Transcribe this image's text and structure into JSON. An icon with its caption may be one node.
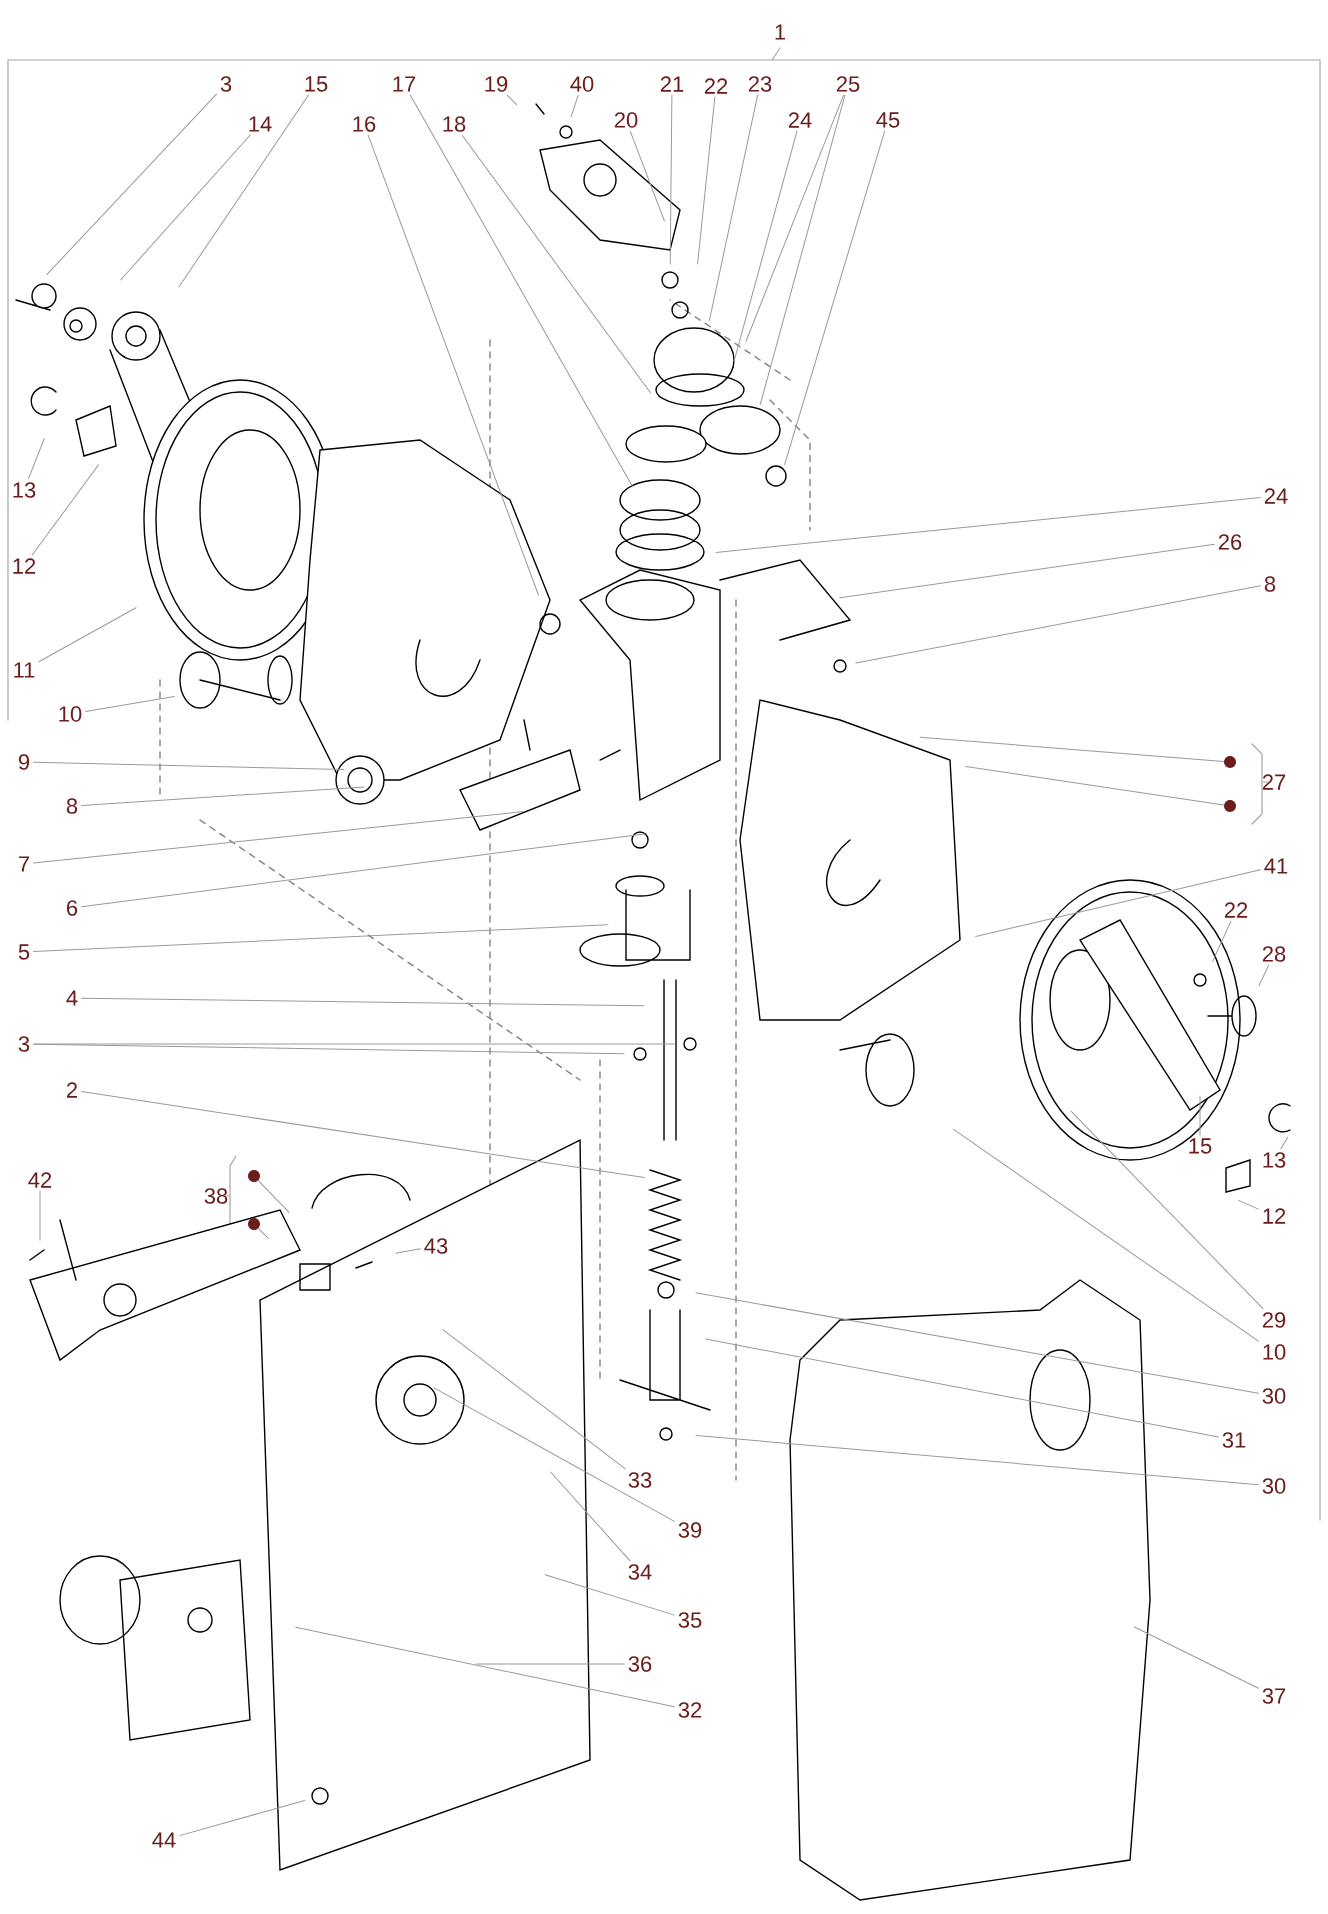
{
  "diagram": {
    "nodes": [
      {
        "text": [
          "3"
        ]
      },
      {
        "text": [
          "15"
        ]
      },
      {
        "text": [
          "17"
        ]
      },
      {
        "text": [
          "19"
        ]
      },
      {
        "text": [
          "40"
        ]
      },
      {
        "text": [
          "21"
        ]
      },
      {
        "text": [
          "22"
        ]
      },
      {
        "text": [
          "23"
        ]
      },
      {
        "text": [
          "25"
        ]
      },
      {
        "text": [
          "14"
        ]
      },
      {
        "text": [
          "16"
        ]
      },
      {
        "text": [
          "18"
        ]
      },
      {
        "text": [
          "20"
        ]
      },
      {
        "text": [
          "24"
        ]
      },
      {
        "text": [
          "45"
        ]
      },
      {
        "text": [
          "13"
        ]
      },
      {
        "text": [
          "24"
        ]
      },
      {
        "text": [
          "26"
        ]
      },
      {
        "text": [
          "12"
        ]
      },
      {
        "text": [
          "8"
        ]
      },
      {
        "text": [
          "11"
        ]
      },
      {
        "text": [
          "10"
        ]
      },
      {
        "text": [
          "9"
        ]
      },
      {
        "text": [],
        "shape": "circle"
      },
      {
        "text": [
          "8"
        ]
      },
      {
        "text": [],
        "shape": "circle"
      },
      {
        "text": [
          "7"
        ]
      },
      {
        "text": [
          "41"
        ]
      },
      {
        "text": [
          "6"
        ]
      },
      {
        "text": [
          "22"
        ]
      },
      {
        "text": [
          "5"
        ]
      },
      {
        "text": [
          "28"
        ]
      },
      {
        "text": [
          "4"
        ]
      },
      {
        "text": [
          "3"
        ]
      },
      {
        "text": [
          "2"
        ]
      },
      {
        "text": [
          "15"
        ]
      },
      {
        "text": [
          "13"
        ]
      },
      {
        "text": [],
        "shape": "circle"
      },
      {
        "text": [
          "42"
        ]
      },
      {
        "text": [
          "12"
        ]
      },
      {
        "text": [],
        "shape": "circle"
      },
      {
        "text": [
          "43"
        ]
      },
      {
        "text": [
          "29"
        ]
      },
      {
        "text": [
          "10"
        ]
      },
      {
        "text": [
          "30"
        ]
      },
      {
        "text": [
          "31"
        ]
      },
      {
        "text": [
          "33"
        ]
      },
      {
        "text": [
          "30"
        ]
      },
      {
        "text": [
          "39"
        ]
      },
      {
        "text": [
          "34"
        ]
      },
      {
        "text": [
          "35"
        ]
      },
      {
        "text": [
          "36"
        ]
      },
      {
        "text": [
          "37"
        ]
      },
      {
        "text": [
          "32"
        ]
      },
      {
        "text": [
          "44"
        ]
      }
    ],
    "edges": [
      {
        "from": 0,
        "to": null,
        "arrow": "none"
      },
      {
        "from": 1,
        "to": null,
        "arrow": "none"
      },
      {
        "from": 2,
        "to": null,
        "arrow": "none"
      },
      {
        "from": 3,
        "to": null,
        "arrow": "none"
      },
      {
        "from": 4,
        "to": null,
        "arrow": "none"
      },
      {
        "from": 5,
        "to": null,
        "arrow": "none"
      },
      {
        "from": 6,
        "to": null,
        "arrow": "none"
      },
      {
        "from": 7,
        "to": null,
        "arrow": "none"
      },
      {
        "from": 8,
        "to": null,
        "arrow": "none"
      },
      {
        "from": 8,
        "to": null,
        "arrow": "none"
      },
      {
        "from": 9,
        "to": null,
        "arrow": "none"
      },
      {
        "from": 10,
        "to": null,
        "arrow": "none"
      },
      {
        "from": 11,
        "to": null,
        "arrow": "none"
      },
      {
        "from": 12,
        "to": null,
        "arrow": "none"
      },
      {
        "from": 13,
        "to": null,
        "arrow": "none"
      },
      {
        "from": 14,
        "to": null,
        "arrow": "none"
      },
      {
        "from": 15,
        "to": null,
        "arrow": "none"
      },
      {
        "from": 16,
        "to": null,
        "arrow": "none"
      },
      {
        "from": 17,
        "to": null,
        "arrow": "none"
      },
      {
        "from": 18,
        "to": null,
        "arrow": "none"
      },
      {
        "from": 19,
        "to": null,
        "arrow": "none"
      },
      {
        "from": 20,
        "to": null,
        "arrow": "none"
      },
      {
        "from": 21,
        "to": null,
        "arrow": "none"
      },
      {
        "from": 22,
        "to": null,
        "arrow": "none"
      },
      {
        "from": 23,
        "to": null,
        "arrow": "none"
      },
      {
        "from": 24,
        "to": null,
        "arrow": "none"
      },
      {
        "from": 25,
        "to": null,
        "arrow": "none"
      },
      {
        "from": 26,
        "to": null,
        "arrow": "none"
      },
      {
        "from": 27,
        "to": null,
        "arrow": "none"
      },
      {
        "from": 28,
        "to": null,
        "arrow": "none"
      },
      {
        "from": 29,
        "to": null,
        "arrow": "none"
      },
      {
        "from": 30,
        "to": null,
        "arrow": "none"
      },
      {
        "from": 31,
        "to": null,
        "arrow": "none"
      },
      {
        "from": 32,
        "to": null,
        "arrow": "none"
      },
      {
        "from": 33,
        "to": null,
        "arrow": "none"
      },
      {
        "from": 33,
        "to": null,
        "arrow": "none"
      },
      {
        "from": 34,
        "to": null,
        "arrow": "none"
      },
      {
        "from": 35,
        "to": null,
        "arrow": "none"
      },
      {
        "from": 36,
        "to": null,
        "arrow": "none"
      },
      {
        "from": 37,
        "to": null,
        "arrow": "none"
      },
      {
        "from": 38,
        "to": null,
        "arrow": "none"
      },
      {
        "from": 39,
        "to": null,
        "arrow": "none"
      },
      {
        "from": 40,
        "to": null,
        "arrow": "none"
      },
      {
        "from": 41,
        "to": null,
        "arrow": "none"
      },
      {
        "from": 42,
        "to": null,
        "arrow": "none"
      },
      {
        "from": 43,
        "to": null,
        "arrow": "none"
      },
      {
        "from": 44,
        "to": null,
        "arrow": "none"
      },
      {
        "from": 45,
        "to": null,
        "arrow": "none"
      },
      {
        "from": 46,
        "to": null,
        "arrow": "none"
      },
      {
        "from": 47,
        "to": null,
        "arrow": "none"
      },
      {
        "from": 48,
        "to": null,
        "arrow": "none"
      },
      {
        "from": 49,
        "to": null,
        "arrow": "none"
      },
      {
        "from": 50,
        "to": null,
        "arrow": "none"
      },
      {
        "from": 51,
        "to": null,
        "arrow": "none"
      },
      {
        "from": 52,
        "to": null,
        "arrow": "none"
      },
      {
        "from": 53,
        "to": null,
        "arrow": "none"
      },
      {
        "from": 54,
        "to": null,
        "arrow": "none"
      }
    ],
    "labels": [
      "1",
      "27",
      "38"
    ]
  }
}
